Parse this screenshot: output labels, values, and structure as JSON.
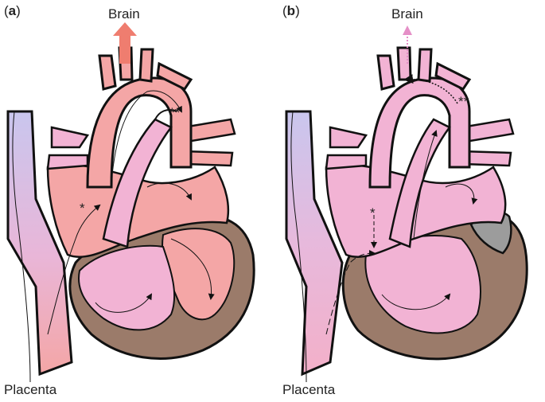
{
  "panels": [
    {
      "letter": "a",
      "brain_label": "Brain",
      "placenta_label": "Placenta",
      "star_single": "*",
      "star_double": "**"
    },
    {
      "letter": "b",
      "brain_label": "Brain",
      "placenta_label": "Placenta",
      "star_single": "*",
      "star_double": "**"
    }
  ],
  "colors": {
    "oxygenated": "#f4a6a6",
    "mixed": "#f2b3d4",
    "venous": "#c9c6ee",
    "muscle": "#9b7b6a",
    "outline": "#111111",
    "brain_arrow_a": "#ef7d6f",
    "brain_arrow_b": "#e58fc7",
    "obstruction": "#9c9c9c"
  }
}
